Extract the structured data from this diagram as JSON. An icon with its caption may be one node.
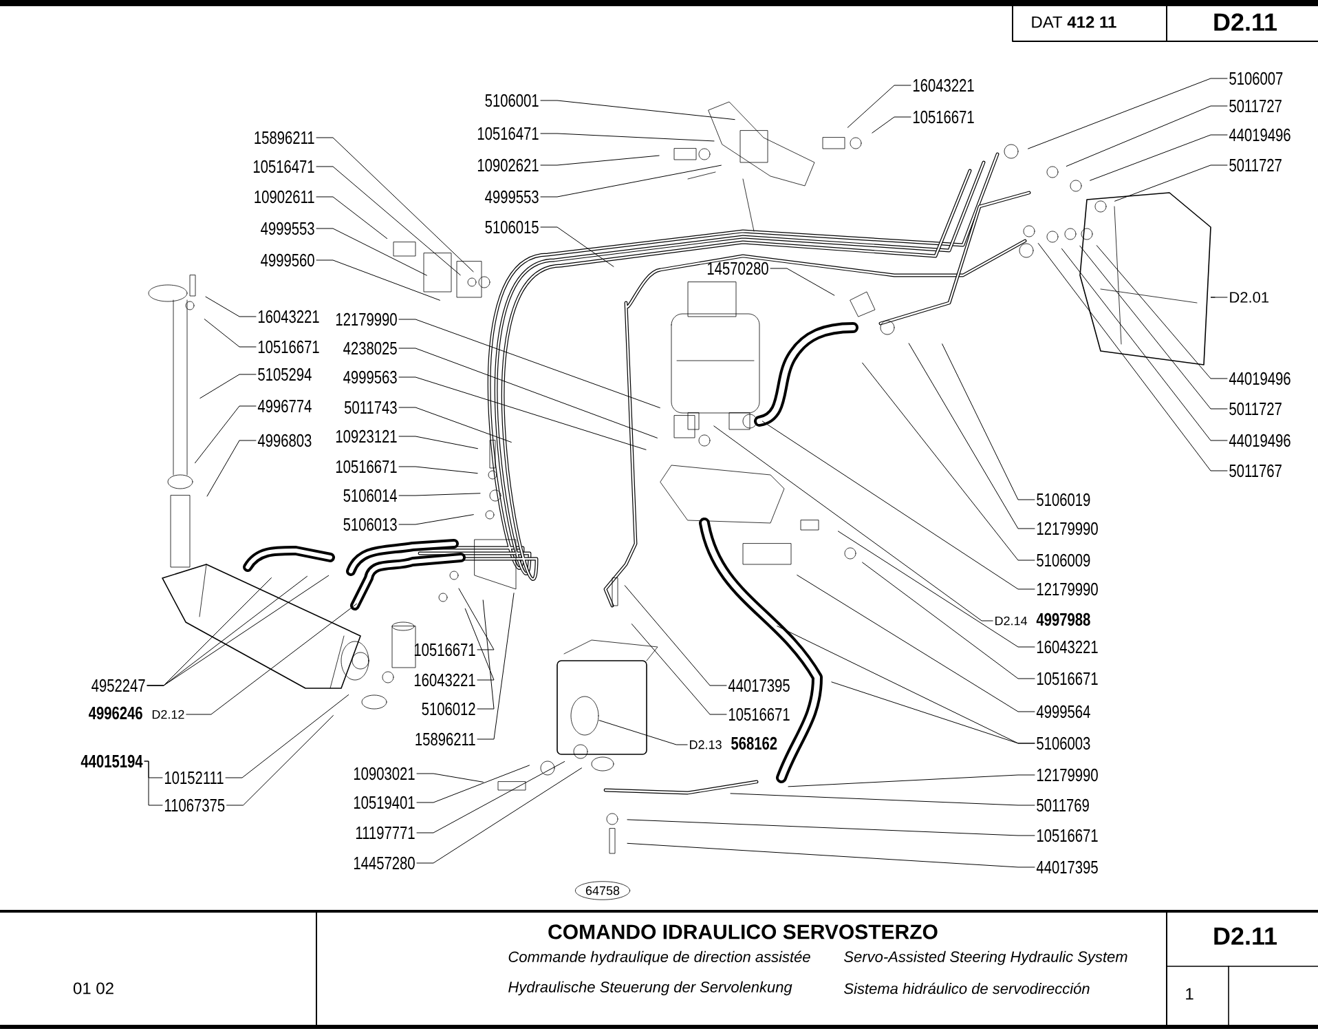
{
  "diagram": {
    "title": "COMANDO IDRAULICO SERVOSTERZO",
    "nodes": [
      {
        "text": [
          "15896211"
        ]
      },
      {
        "text": [
          "10516471"
        ]
      },
      {
        "text": [
          "10902611"
        ]
      },
      {
        "text": [
          "4999553"
        ]
      },
      {
        "text": [
          "4999560"
        ]
      },
      {
        "text": [
          "5106001"
        ]
      },
      {
        "text": [
          "10516471"
        ]
      },
      {
        "text": [
          "10902621"
        ]
      },
      {
        "text": [
          "4999553"
        ]
      },
      {
        "text": [
          "5106015"
        ]
      },
      {
        "text": [
          "16043221"
        ]
      },
      {
        "text": [
          "10516671"
        ]
      },
      {
        "text": [
          "5106007"
        ]
      },
      {
        "text": [
          "5011727"
        ]
      },
      {
        "text": [
          "44019496"
        ]
      },
      {
        "text": [
          "5011727"
        ]
      },
      {
        "text": [
          "D2.01"
        ]
      },
      {
        "text": [
          "44019496"
        ]
      },
      {
        "text": [
          "5011727"
        ]
      },
      {
        "text": [
          "44019496"
        ]
      },
      {
        "text": [
          "5011767"
        ]
      },
      {
        "text": [
          "16043221"
        ]
      },
      {
        "text": [
          "10516671"
        ]
      },
      {
        "text": [
          "5105294"
        ]
      },
      {
        "text": [
          "4996774"
        ]
      },
      {
        "text": [
          "4996803"
        ]
      },
      {
        "text": [
          "12179990"
        ]
      },
      {
        "text": [
          "4238025"
        ]
      },
      {
        "text": [
          "4999563"
        ]
      },
      {
        "text": [
          "5011743"
        ]
      },
      {
        "text": [
          "10923121"
        ]
      },
      {
        "text": [
          "10516671"
        ]
      },
      {
        "text": [
          "5106014"
        ]
      },
      {
        "text": [
          "5106013"
        ]
      },
      {
        "text": [
          "4952247"
        ]
      },
      {
        "text": [
          "4996246"
        ],
        "beside": [
          "D2.12"
        ]
      },
      {
        "text": [
          "44015194"
        ]
      },
      {
        "text": [
          "10152111"
        ]
      },
      {
        "text": [
          "11067375"
        ]
      },
      {
        "text": [
          "10516671"
        ]
      },
      {
        "text": [
          "16043221"
        ]
      },
      {
        "text": [
          "5106012"
        ]
      },
      {
        "text": [
          "15896211"
        ]
      },
      {
        "text": [
          "10903021"
        ]
      },
      {
        "text": [
          "10519401"
        ]
      },
      {
        "text": [
          "11197771"
        ]
      },
      {
        "text": [
          "14457280"
        ]
      },
      {
        "text": [
          "44017395"
        ]
      },
      {
        "text": [
          "10516671"
        ]
      },
      {
        "text": [
          "568162"
        ],
        "beside": [
          "D2.13"
        ]
      },
      {
        "text": [
          "14570280"
        ]
      },
      {
        "text": [
          "5106019"
        ]
      },
      {
        "text": [
          "12179990"
        ]
      },
      {
        "text": [
          "5106009"
        ]
      },
      {
        "text": [
          "12179990"
        ]
      },
      {
        "text": [
          "4997988"
        ],
        "beside": [
          "D2.14"
        ]
      },
      {
        "text": [
          "16043221"
        ]
      },
      {
        "text": [
          "10516671"
        ]
      },
      {
        "text": [
          "4999564"
        ]
      },
      {
        "text": [
          "5106003"
        ]
      },
      {
        "text": [
          "12179990"
        ]
      },
      {
        "text": [
          "5011769"
        ]
      },
      {
        "text": [
          "10516671"
        ]
      },
      {
        "text": [
          "44017395"
        ]
      },
      {
        "text": [
          "64758"
        ]
      }
    ],
    "edges": [
      {
        "from": 0,
        "to": null,
        "arrow": "none"
      },
      {
        "from": 1,
        "to": null,
        "arrow": "none"
      },
      {
        "from": 2,
        "to": null,
        "arrow": "none"
      },
      {
        "from": 3,
        "to": null,
        "arrow": "none"
      },
      {
        "from": 4,
        "to": null,
        "arrow": "none"
      },
      {
        "from": 5,
        "to": null,
        "arrow": "none"
      },
      {
        "from": 6,
        "to": null,
        "arrow": "none"
      },
      {
        "from": 7,
        "to": null,
        "arrow": "none"
      },
      {
        "from": 8,
        "to": null,
        "arrow": "none"
      },
      {
        "from": 9,
        "to": null,
        "arrow": "none"
      },
      {
        "from": 10,
        "to": null,
        "arrow": "none"
      },
      {
        "from": 11,
        "to": null,
        "arrow": "none"
      },
      {
        "from": 12,
        "to": null,
        "arrow": "none"
      },
      {
        "from": 13,
        "to": null,
        "arrow": "none"
      },
      {
        "from": 14,
        "to": null,
        "arrow": "none"
      },
      {
        "from": 15,
        "to": null,
        "arrow": "none"
      },
      {
        "from": 16,
        "to": null,
        "arrow": "none"
      },
      {
        "from": 17,
        "to": null,
        "arrow": "none"
      },
      {
        "from": 18,
        "to": null,
        "arrow": "none"
      },
      {
        "from": 19,
        "to": null,
        "arrow": "none"
      },
      {
        "from": 20,
        "to": null,
        "arrow": "none"
      },
      {
        "from": 21,
        "to": null,
        "arrow": "none"
      },
      {
        "from": 22,
        "to": null,
        "arrow": "none"
      },
      {
        "from": 23,
        "to": null,
        "arrow": "none"
      },
      {
        "from": 24,
        "to": null,
        "arrow": "none"
      },
      {
        "from": 25,
        "to": null,
        "arrow": "none"
      },
      {
        "from": 26,
        "to": null,
        "arrow": "none"
      },
      {
        "from": 27,
        "to": null,
        "arrow": "none"
      },
      {
        "from": 28,
        "to": null,
        "arrow": "none"
      },
      {
        "from": 29,
        "to": null,
        "arrow": "none"
      },
      {
        "from": 30,
        "to": null,
        "arrow": "none"
      },
      {
        "from": 31,
        "to": null,
        "arrow": "none"
      },
      {
        "from": 32,
        "to": null,
        "arrow": "none"
      },
      {
        "from": 33,
        "to": null,
        "arrow": "none"
      },
      {
        "from": 34,
        "to": null,
        "arrow": "none"
      },
      {
        "from": 34,
        "to": null,
        "arrow": "none"
      },
      {
        "from": 34,
        "to": null,
        "arrow": "none"
      },
      {
        "from": 35,
        "to": null,
        "arrow": "none"
      },
      {
        "from": 36,
        "to": 37,
        "arrow": "none"
      },
      {
        "from": 36,
        "to": 38,
        "arrow": "none"
      },
      {
        "from": 37,
        "to": null,
        "arrow": "none"
      },
      {
        "from": 38,
        "to": null,
        "arrow": "none"
      },
      {
        "from": 39,
        "to": null,
        "arrow": "none"
      },
      {
        "from": 40,
        "to": null,
        "arrow": "none"
      },
      {
        "from": 41,
        "to": null,
        "arrow": "none"
      },
      {
        "from": 42,
        "to": null,
        "arrow": "none"
      },
      {
        "from": 43,
        "to": null,
        "arrow": "none"
      },
      {
        "from": 44,
        "to": null,
        "arrow": "none"
      },
      {
        "from": 45,
        "to": null,
        "arrow": "none"
      },
      {
        "from": 46,
        "to": null,
        "arrow": "none"
      },
      {
        "from": 47,
        "to": null,
        "arrow": "none"
      },
      {
        "from": 48,
        "to": null,
        "arrow": "none"
      },
      {
        "from": 49,
        "to": null,
        "arrow": "none"
      },
      {
        "from": 50,
        "to": null,
        "arrow": "none"
      },
      {
        "from": 51,
        "to": null,
        "arrow": "none"
      },
      {
        "from": 52,
        "to": null,
        "arrow": "none"
      },
      {
        "from": 53,
        "to": null,
        "arrow": "none"
      },
      {
        "from": 54,
        "to": null,
        "arrow": "none"
      },
      {
        "from": 55,
        "to": null,
        "arrow": "none"
      },
      {
        "from": 56,
        "to": null,
        "arrow": "none"
      },
      {
        "from": 57,
        "to": null,
        "arrow": "none"
      },
      {
        "from": 58,
        "to": null,
        "arrow": "none"
      },
      {
        "from": 59,
        "to": null,
        "arrow": "none"
      },
      {
        "from": 59,
        "to": null,
        "arrow": "none"
      },
      {
        "from": 60,
        "to": null,
        "arrow": "none"
      },
      {
        "from": 61,
        "to": null,
        "arrow": "none"
      },
      {
        "from": 62,
        "to": null,
        "arrow": "none"
      },
      {
        "from": 63,
        "to": null,
        "arrow": "none"
      }
    ],
    "labels": [
      "DAT **412 11**",
      "D2.11",
      "Commande hydraulique de direction assistée",
      "Servo-Assisted Steering Hydraulic System",
      "01 02",
      "Hydraulische Steuerung der Servolenkung",
      "Sistema hidráulico de servodirección",
      "D2.11",
      "1"
    ]
  }
}
